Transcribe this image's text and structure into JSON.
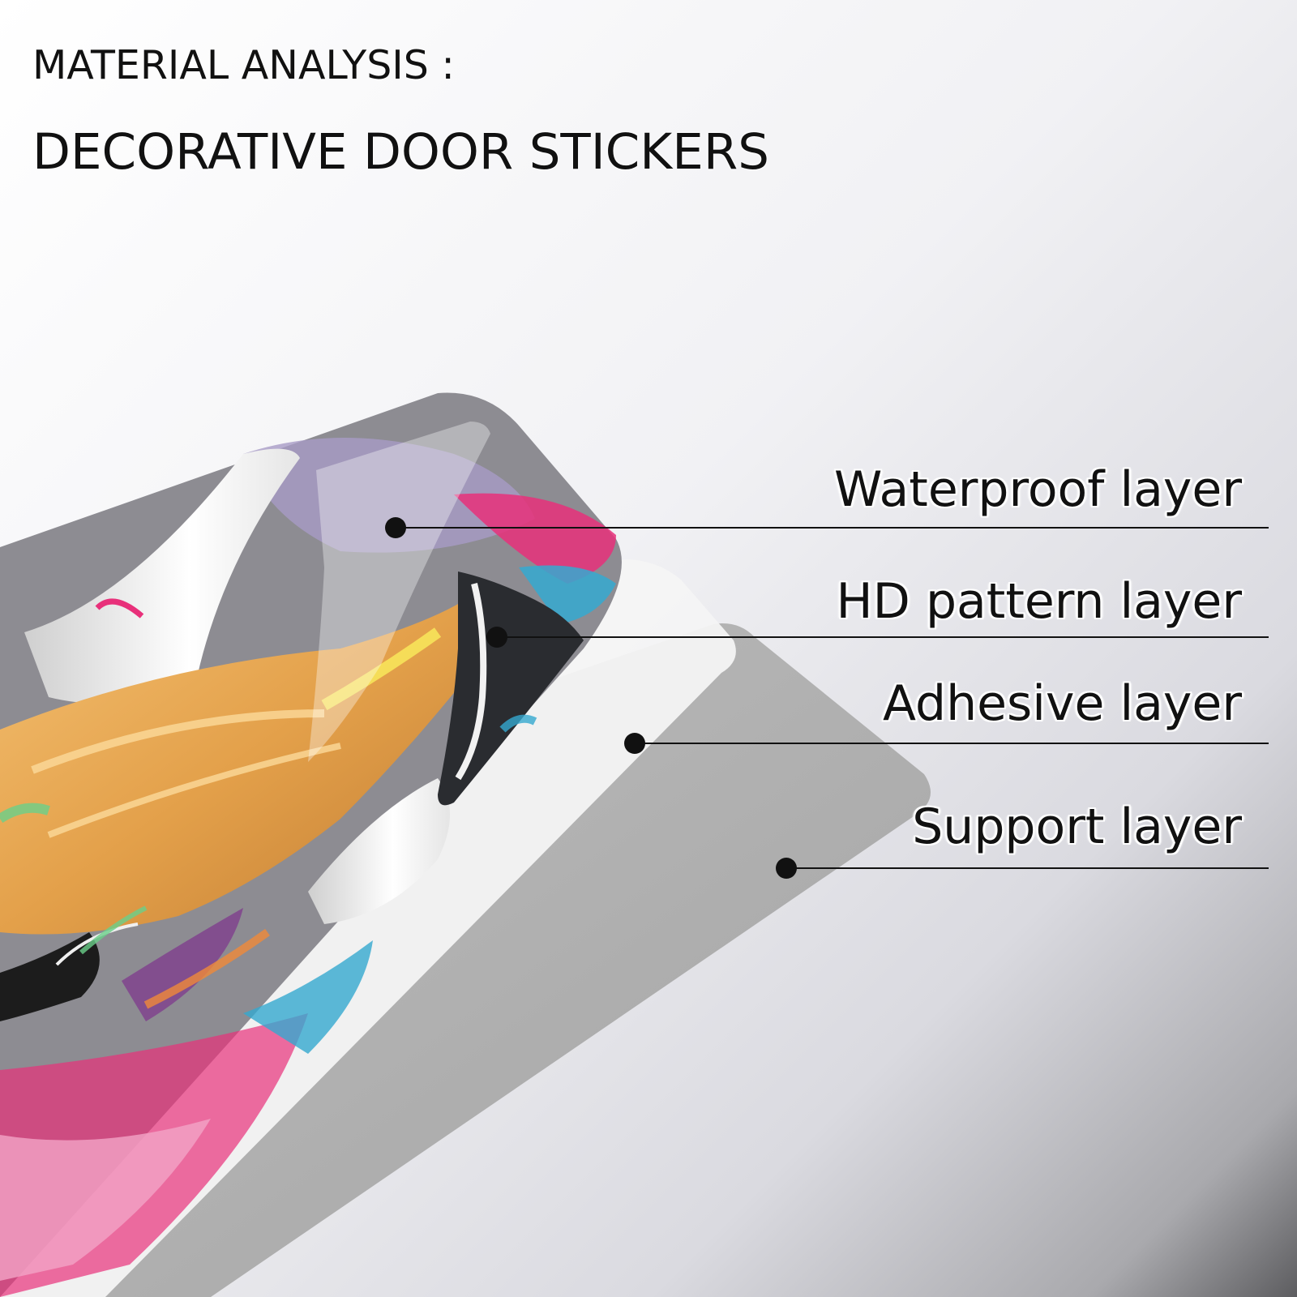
{
  "heading": {
    "line1": "MATERIAL ANALYSIS :",
    "line2": "DECORATIVE DOOR STICKERS"
  },
  "layers": [
    {
      "label": "Waterproof layer"
    },
    {
      "label": "HD pattern layer"
    },
    {
      "label": "Adhesive layer"
    },
    {
      "label": "Support layer"
    }
  ],
  "colors": {
    "text": "#111111",
    "callout_line": "#111111",
    "support_layer": "#aeaeae",
    "adhesive_layer": "#f2f2f2",
    "pattern_back": "#2a2c30",
    "accent_pink": "#e8307a",
    "accent_cyan": "#35a9d0",
    "accent_orange": "#f0a23a"
  },
  "icons": [
    "highland-cow-artwork",
    "callout-dot"
  ]
}
